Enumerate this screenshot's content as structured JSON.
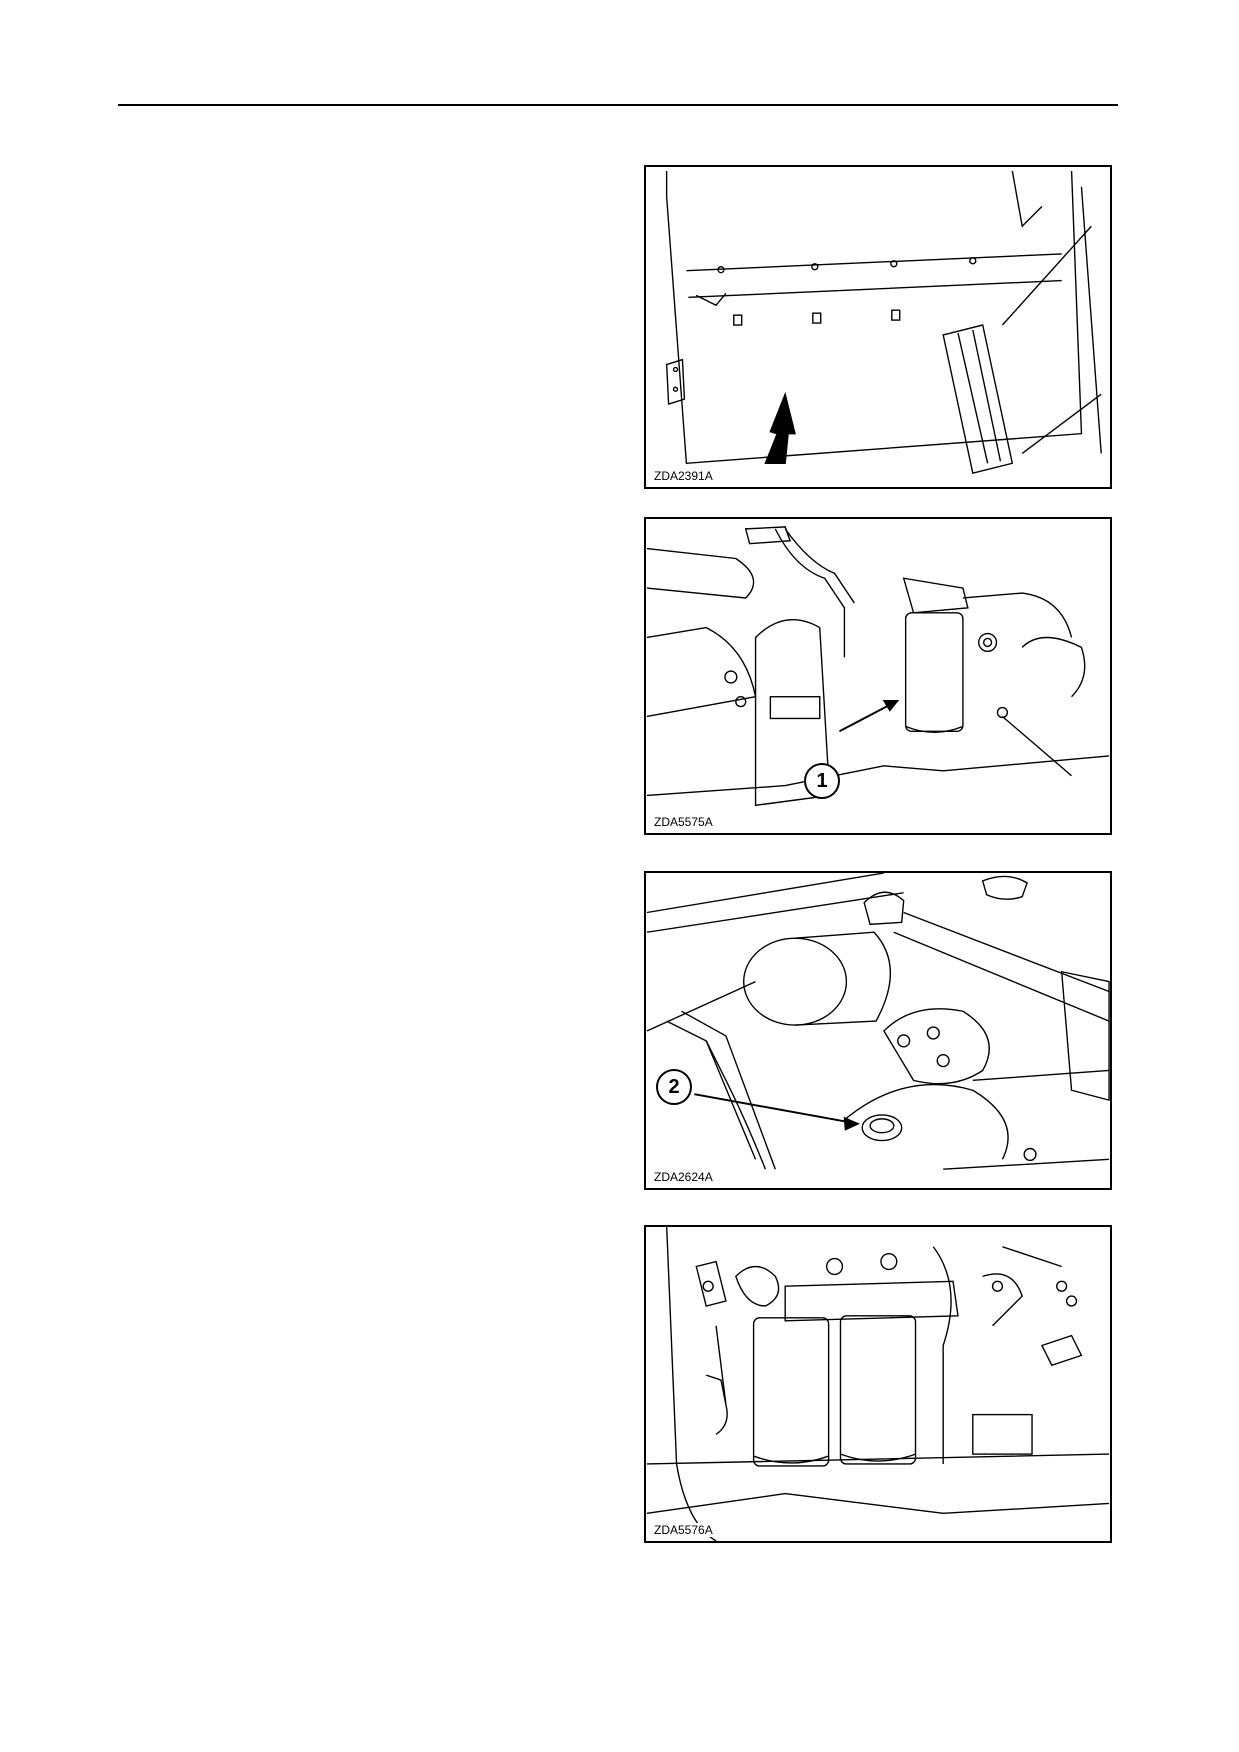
{
  "figures": [
    {
      "code": "ZDA2391A"
    },
    {
      "code": "ZDA5575A",
      "callout": "1"
    },
    {
      "code": "ZDA2624A",
      "callout": "2"
    },
    {
      "code": "ZDA5576A"
    }
  ]
}
